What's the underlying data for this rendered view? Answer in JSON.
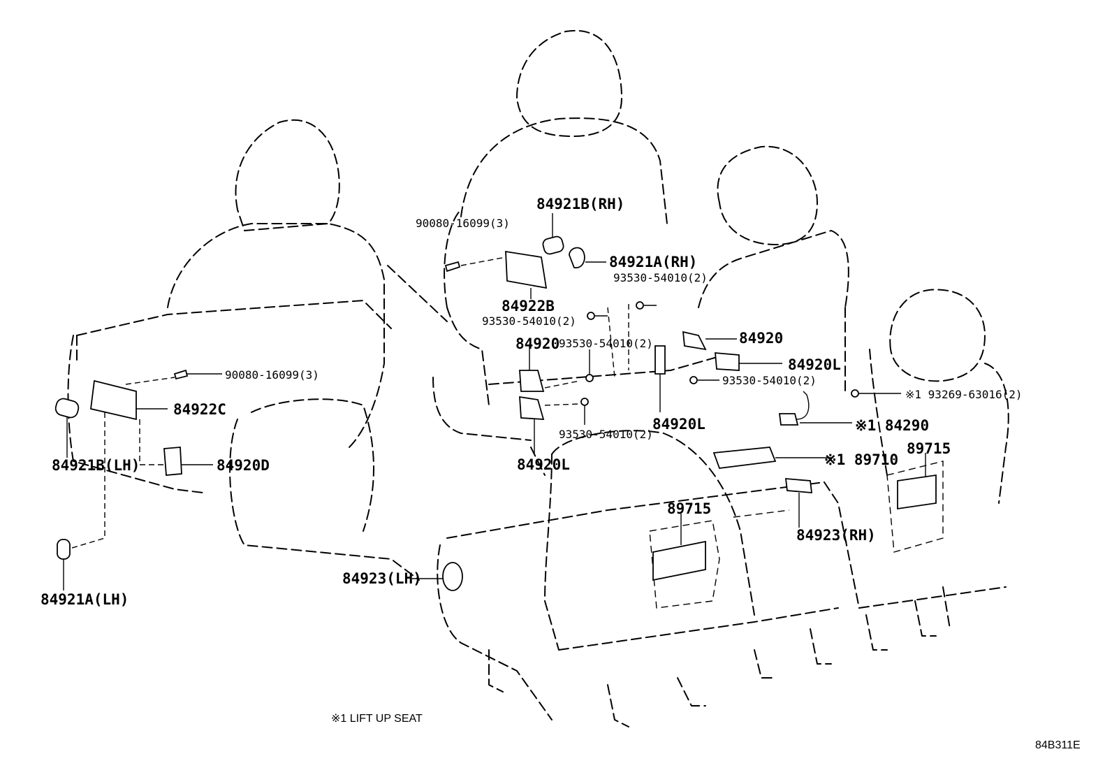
{
  "diagram": {
    "labels": {
      "p84921B_RH": "84921B(RH)",
      "p90080_top": "90080-16099(3)",
      "p84921A_RH": "84921A(RH)",
      "p93530_a": "93530-54010(2)",
      "p84922B": "84922B",
      "p93530_b": "93530-54010(2)",
      "p84920_right": "84920",
      "p84920_left": "84920",
      "p93530_c": "93530-54010(2)",
      "p84920L_right": "84920L",
      "p93530_d": "93530-54010(2)",
      "p93269": "※1 93269-63016(2)",
      "p84920L_mid": "84920L",
      "p84290": "※1 84290",
      "p93530_e": "93530-54010(2)",
      "p89715_right": "89715",
      "p84920L_left": "84920L",
      "p89710": "※1 89710",
      "p90080_left": "90080-16099(3)",
      "p84922C": "84922C",
      "p84921B_LH": "84921B(LH)",
      "p84920D": "84920D",
      "p89715_mid": "89715",
      "p84923_RH": "84923(RH)",
      "p84923_LH": "84923(LH)",
      "p84921A_LH": "84921A(LH)"
    },
    "footnote": "※1 LIFT UP SEAT",
    "figure_code": "84B311E"
  }
}
